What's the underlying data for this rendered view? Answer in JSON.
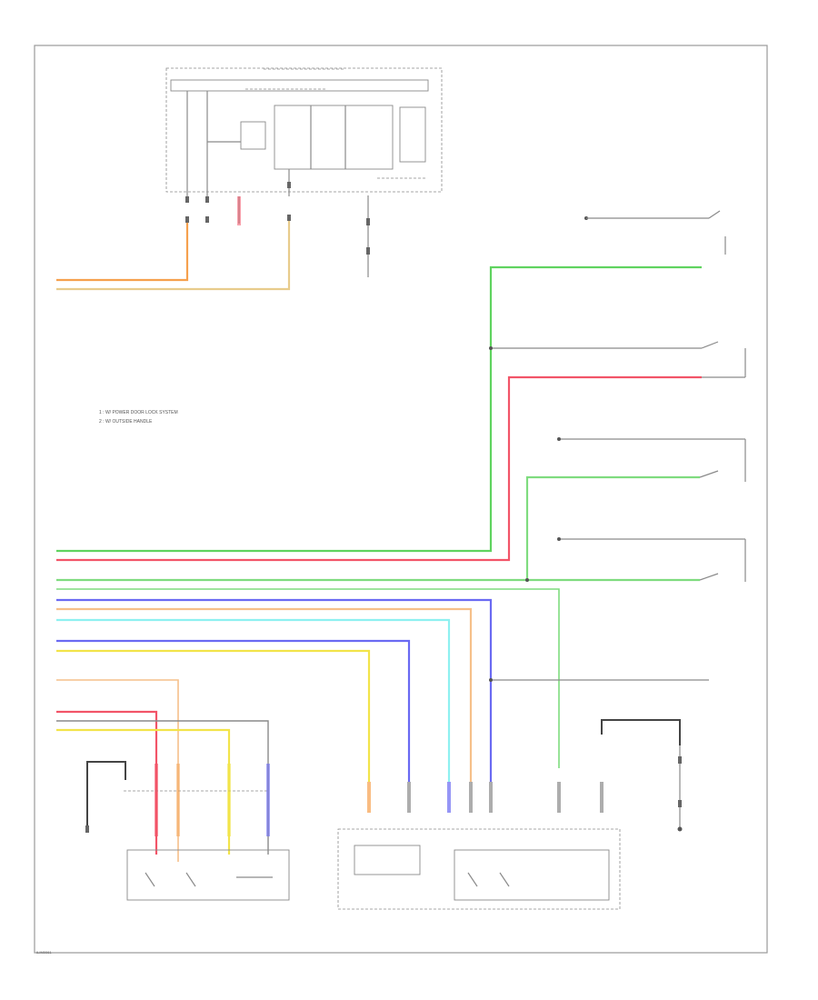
{
  "colors": {
    "orange": "#f6a04d",
    "tan": "#e8cc8c",
    "green": "#5fd35f",
    "red": "#f25468",
    "lt_green": "#7fdc7f",
    "blue": "#6a6af2",
    "cyan": "#8ef0f0",
    "yellow": "#f2e44a",
    "salmon": "#f6c08a",
    "gray": "#8a8a8a",
    "black": "#444444"
  },
  "legend": [
    "1 : W/ POWER DOOR LOCK SYSTEM",
    "2 : W/ OUTSIDE HANDLE"
  ],
  "footer_code": "ILIM0061"
}
